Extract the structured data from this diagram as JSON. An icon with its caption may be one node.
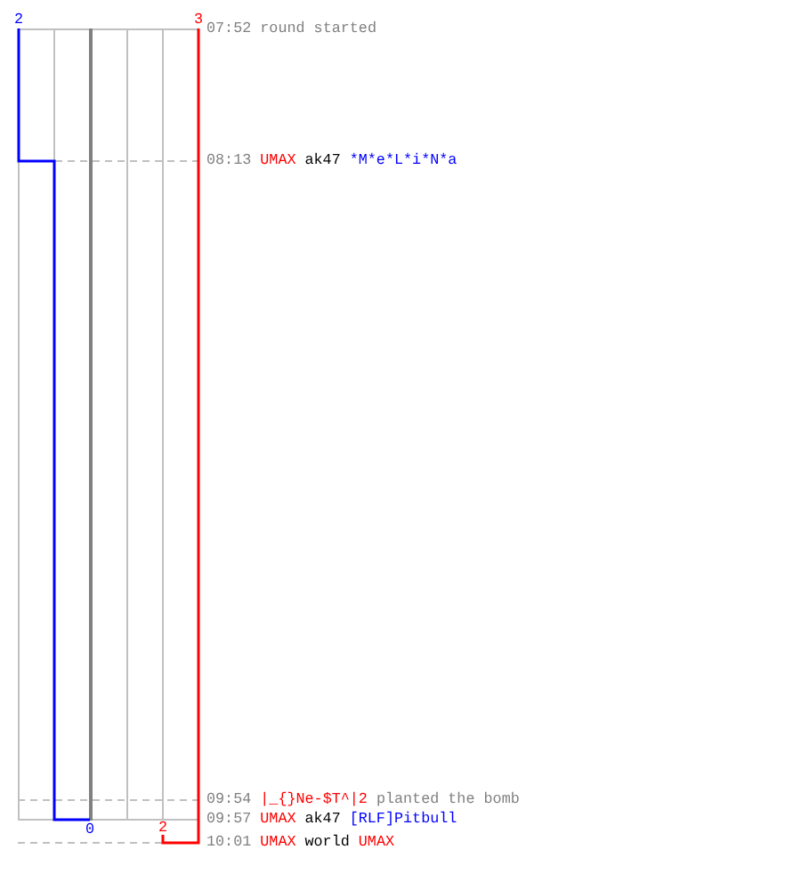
{
  "diagram": {
    "labels": [
      "2",
      "3",
      "07:52",
      "round started",
      "08:13",
      "UMAX",
      "ak47",
      "*M*e*L*i*N*a",
      "09:54",
      "|_{}Ne-$T^|2",
      "planted the bomb",
      "09:57",
      "UMAX",
      "ak47",
      "[RLF]Pitbull",
      "0",
      "2",
      "10:01",
      "UMAX",
      "world",
      "UMAX"
    ]
  }
}
